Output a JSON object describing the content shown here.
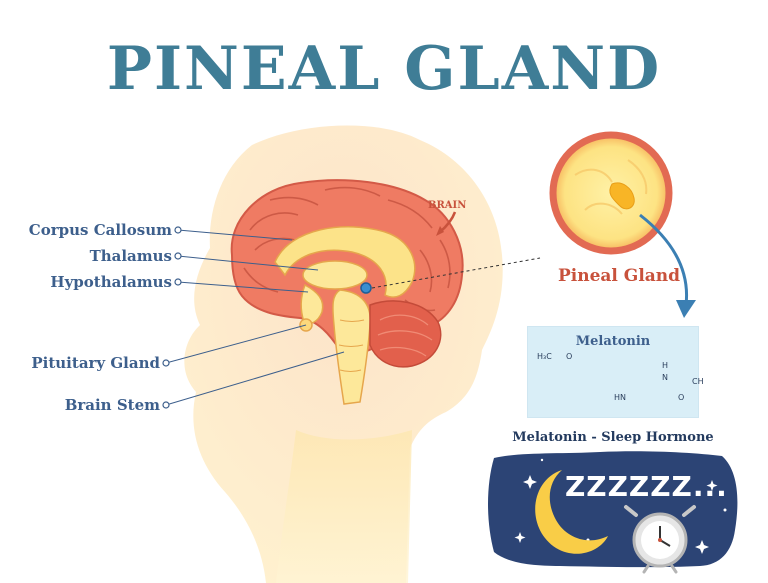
{
  "title": "PINEAL GLAND",
  "brain_label": "BRAIN",
  "labels": {
    "corpus_callosum": "Corpus Callosum",
    "thalamus": "Thalamus",
    "hypothalamus": "Hypothalamus",
    "pituitary_gland": "Pituitary Gland",
    "brain_stem": "Brain Stem"
  },
  "pineal_label": "Pineal Gland",
  "melatonin": {
    "title": "Melatonin",
    "atoms": {
      "methoxy": "H₃C",
      "o1": "O",
      "nh": "H",
      "n2": "N",
      "o2": "O",
      "ch3": "CH",
      "hn": "HN"
    }
  },
  "sleep": {
    "title": "Melatonin - Sleep Hormone",
    "zz": "ZZZZZZ..."
  },
  "colors": {
    "title": "#3f7d96",
    "label": "#3d5f8c",
    "accent": "#c8523c",
    "night": "#2c4475",
    "cortex": "#e9715e"
  }
}
